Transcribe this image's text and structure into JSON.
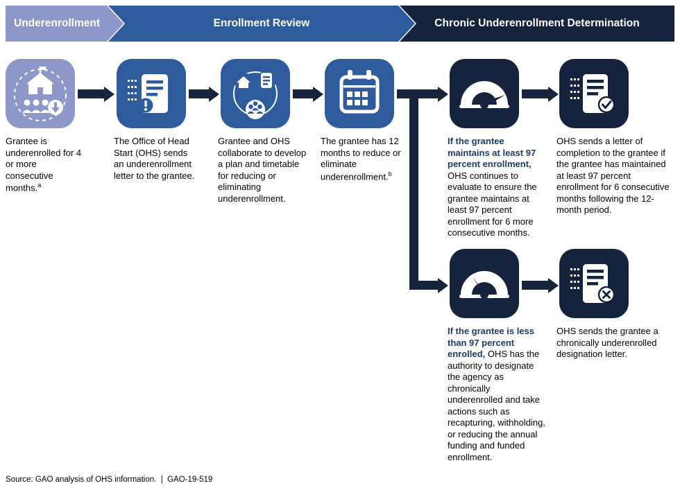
{
  "banner": {
    "phases": [
      {
        "label": "Underenrollment"
      },
      {
        "label": "Enrollment Review"
      },
      {
        "label": "Chronic Underenrollment Determination"
      }
    ]
  },
  "steps": {
    "s1": {
      "text": "Grantee is underenrolled for 4 or more consecutive months.",
      "sup": "a"
    },
    "s2": {
      "text": "The Office of Head Start (OHS) sends an underenrollment letter to the grantee."
    },
    "s3": {
      "text": "Grantee and OHS collaborate to develop a plan and timetable for reducing or eliminating underenrollment."
    },
    "s4": {
      "text": "The grantee has 12 months to reduce or eliminate underenrollment.",
      "sup": "b"
    },
    "s5": {
      "lead": "If the grantee maintains at least 97 percent enrollment,",
      "body": "OHS continues to evaluate to ensure the grantee maintains at least 97 percent enrollment for 6 more consecutive months."
    },
    "s6": {
      "text": "OHS sends a letter of completion to the grantee if the grantee has maintained at least 97 percent enrollment for 6 consecutive months following the 12-month period."
    },
    "s7": {
      "lead": "If the grantee is less than 97 percent enrolled,",
      "body": "OHS has the authority to designate the agency as chronically underenrolled and take actions such as recapturing, withholding, or reducing the annual funding and funded enrollment."
    },
    "s8": {
      "text": "OHS sends the grantee a chronically underenrolled designation letter."
    }
  },
  "colors": {
    "phase_underenrollment": "#8d97c8",
    "phase_enrollment_review": "#2e5b9c",
    "phase_chronic_determination": "#15243c",
    "connector": "#15243c",
    "lead_text": "#1f3a68"
  },
  "source": "Source: GAO analysis of OHS information.  |  GAO-19-519"
}
